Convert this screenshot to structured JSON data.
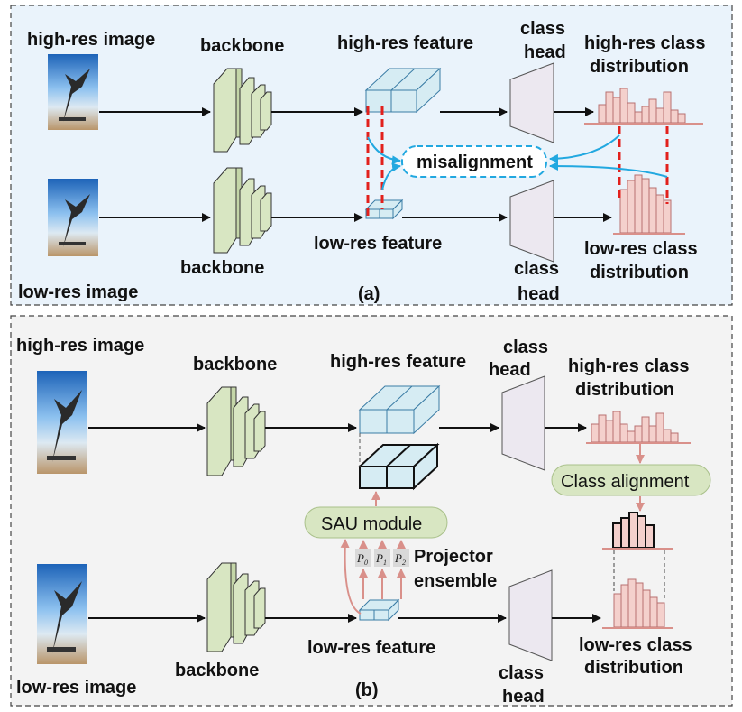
{
  "panel_a": {
    "caption": "(a)",
    "high_res_image": "high-res image",
    "low_res_image": "low-res image",
    "backbone_top": "backbone",
    "backbone_bottom": "backbone",
    "high_res_feature": "high-res feature",
    "low_res_feature": "low-res feature",
    "class_head_top_1": "class",
    "class_head_top_2": "head",
    "class_head_bottom_1": "class",
    "class_head_bottom_2": "head",
    "high_res_dist_1": "high-res class",
    "high_res_dist_2": "distribution",
    "low_res_dist_1": "low-res class",
    "low_res_dist_2": "distribution",
    "misalignment": "misalignment"
  },
  "panel_b": {
    "caption": "(b)",
    "high_res_image": "high-res image",
    "low_res_image": "low-res image",
    "backbone_top": "backbone",
    "backbone_bottom": "backbone",
    "high_res_feature": "high-res feature",
    "low_res_feature": "low-res feature",
    "class_head_top_1": "class",
    "class_head_top_2": "head",
    "class_head_bottom_1": "class",
    "class_head_bottom_2": "head",
    "high_res_dist_1": "high-res class",
    "high_res_dist_2": "distribution",
    "low_res_dist_1": "low-res class",
    "low_res_dist_2": "distribution",
    "class_alignment": "Class alignment",
    "sau_module": "SAU module",
    "projector_1": "Projector",
    "projector_2": "ensemble",
    "p0": "P",
    "p0_sub": "0",
    "p1": "P",
    "p1_sub": "1",
    "p2": "P",
    "p2_sub": "2"
  },
  "colors": {
    "panel_a_bg": "#eaf3fb",
    "panel_b_bg": "#f3f3f3",
    "backbone": "#d8e6c2",
    "feature": "#d6ecf3",
    "class_head": "#ece8f0",
    "histogram": "#f4d0cc",
    "misalign": "#22a8e0",
    "dashed_red": "#e2201c",
    "pill": "#d8e6c2",
    "arrow_pink": "#d9908a"
  }
}
